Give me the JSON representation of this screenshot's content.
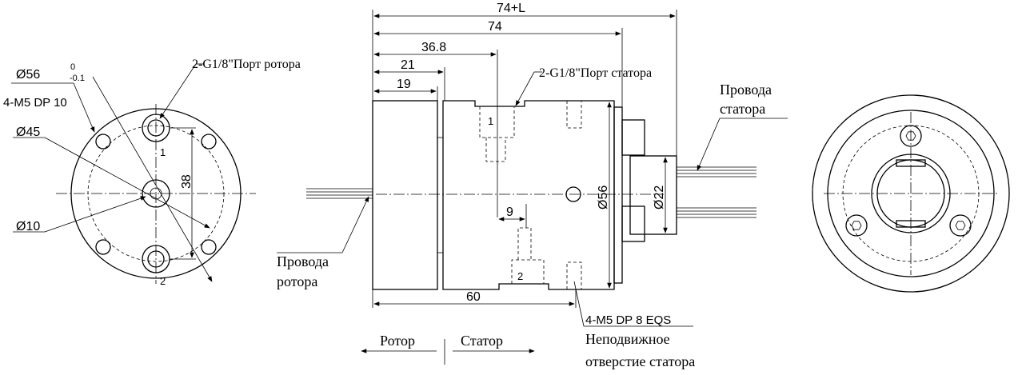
{
  "colors": {
    "line": "#000000",
    "background": "#ffffff"
  },
  "front_view": {
    "dim_outer": "Ø56",
    "tol_upper": "0",
    "tol_lower": "-0.1",
    "mount_holes": "4-M5 DP 10",
    "dim_bolt_circle": "Ø45",
    "dim_bore": "Ø10",
    "dim_port_spacing": "38",
    "port_1": "1",
    "port_2": "2"
  },
  "side_view": {
    "dim_total": "74+L",
    "dim_74": "74",
    "dim_36_8": "36.8",
    "dim_21": "21",
    "dim_19": "19",
    "dim_9": "9",
    "dim_60": "60",
    "dim_diameter": "Ø56",
    "dim_collar": "Ø22",
    "port_1": "1",
    "port_2": "2",
    "stator_holes": "4-M5 DP 8 EQS"
  },
  "labels": {
    "rotor_port": "2-G1/8\"Порт ротора",
    "stator_port": "2-G1/8\"Порт статора",
    "stator_wires": [
      "Провода",
      "статора"
    ],
    "rotor_wires": [
      "Провода",
      "ротора"
    ],
    "stator_hole_note": [
      "Неподвижное",
      "отверстие статора"
    ],
    "rotor": "Ротор",
    "stator": "Статор"
  }
}
